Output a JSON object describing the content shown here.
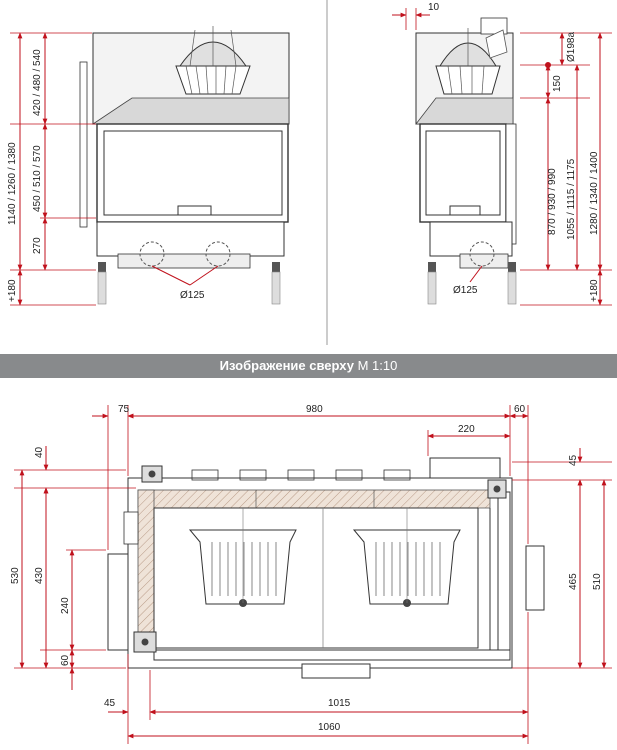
{
  "section_title": "Изображение сверху",
  "section_scale": "М 1:10",
  "front_view": {
    "left_dims": [
      "1140 / 1260 / 1380",
      "420 / 480 / 540",
      "450 / 510 / 570",
      "270",
      "+180"
    ],
    "flue_label": "Ø125"
  },
  "side_view": {
    "top_dim": "10",
    "right_dims": [
      "Ø198a",
      "150",
      "870 / 930 / 990",
      "1055 / 1115 / 1175",
      "1280 / 1340 / 1400",
      "+180"
    ],
    "flue_label": "Ø125"
  },
  "top_view": {
    "top_dims": [
      "75",
      "980",
      "60",
      "220"
    ],
    "left_dims": [
      "40",
      "530",
      "430",
      "240",
      "60"
    ],
    "right_dims": [
      "45",
      "465",
      "510"
    ],
    "bottom_dims": [
      "45",
      "1015",
      "1060"
    ]
  },
  "colors": {
    "dimension_red": "#c0111c",
    "band_gray": "#888a8c"
  }
}
